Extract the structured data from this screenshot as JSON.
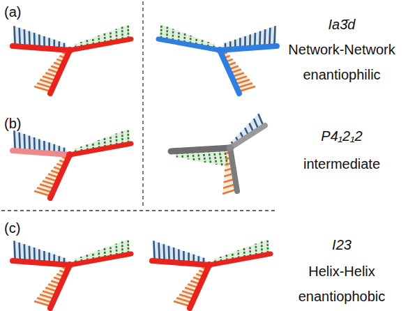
{
  "diagram": {
    "labels": [
      "(a)",
      "Ia3̄d",
      "Network-Network",
      "enantiophilic",
      "(b)",
      "P4₁2₁2",
      "intermediate",
      "(c)",
      "I23",
      "Helix-Helix",
      "enantiophobic"
    ]
  }
}
